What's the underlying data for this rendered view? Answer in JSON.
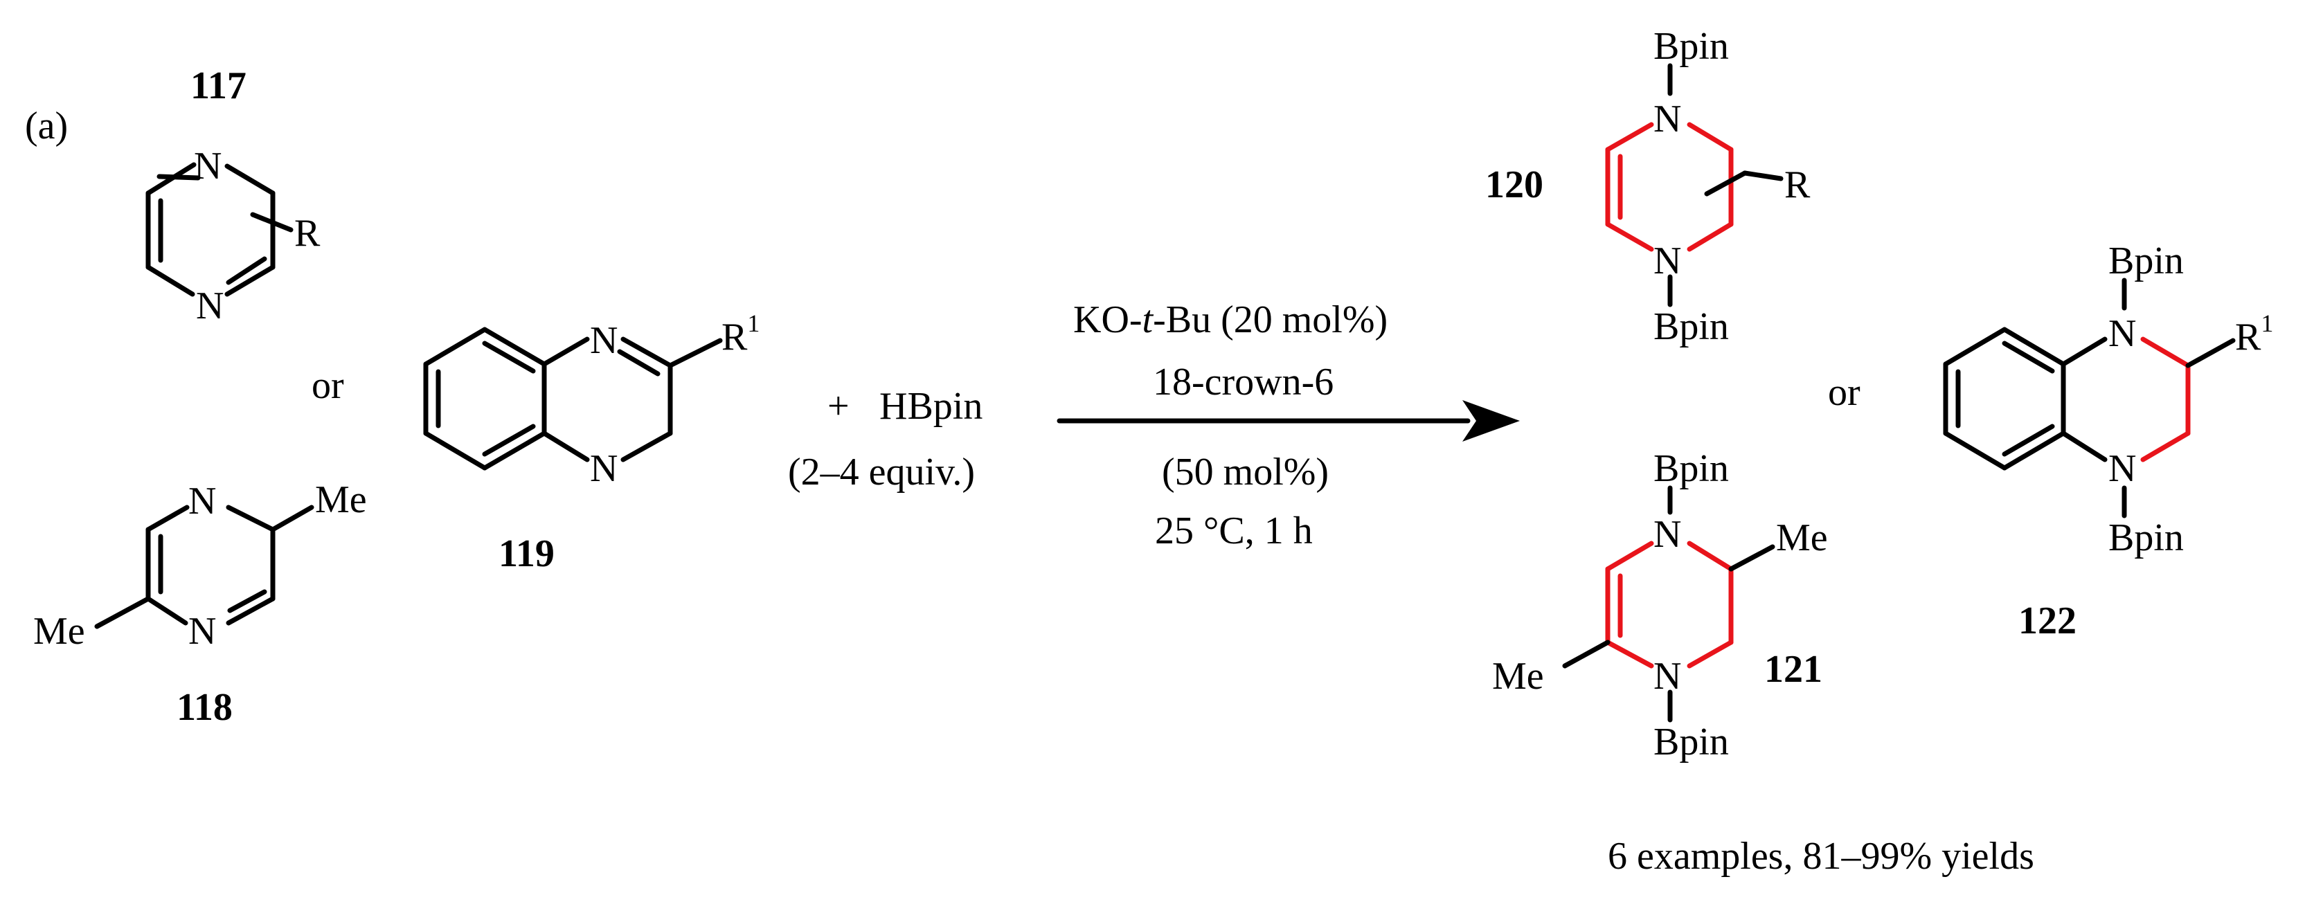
{
  "panel_label": "(a)",
  "compounds": {
    "c117": {
      "label": "117",
      "N_top": "N",
      "N_bottom": "N",
      "R": "R"
    },
    "c118": {
      "label": "118",
      "N_top": "N",
      "N_bottom": "N",
      "Me_right": "Me",
      "Me_left": "Me"
    },
    "c119": {
      "label": "119",
      "N_top": "N",
      "N_bottom": "N",
      "R": "R",
      "R_sup": "1"
    },
    "c120": {
      "label": "120",
      "N_top": "N",
      "N_bottom": "N",
      "Bpin_top": "Bpin",
      "Bpin_bottom": "Bpin",
      "R": "R"
    },
    "c121": {
      "label": "121",
      "N_top": "N",
      "N_bottom": "N",
      "Bpin_top": "Bpin",
      "Bpin_bottom": "Bpin",
      "Me_right": "Me",
      "Me_left": "Me"
    },
    "c122": {
      "label": "122",
      "N_top": "N",
      "N_bottom": "N",
      "Bpin_top": "Bpin",
      "Bpin_bottom": "Bpin",
      "R": "R",
      "R_sup": "1"
    }
  },
  "or_labels": [
    "or",
    "or"
  ],
  "reagent": {
    "plus": "+",
    "name": "HBpin",
    "equiv": "(2–4 equiv.)"
  },
  "conditions": {
    "catalyst_pre": "KO-",
    "catalyst_italic": "t",
    "catalyst_post": "-Bu (20 mol%)",
    "additive": "18-crown-6",
    "additive_amount": "(50 mol%)",
    "temp_time": "25 °C, 1 h"
  },
  "summary": "6 examples, 81–99% yields",
  "colors": {
    "bond": "#000000",
    "new_bond": "#e8141b"
  }
}
